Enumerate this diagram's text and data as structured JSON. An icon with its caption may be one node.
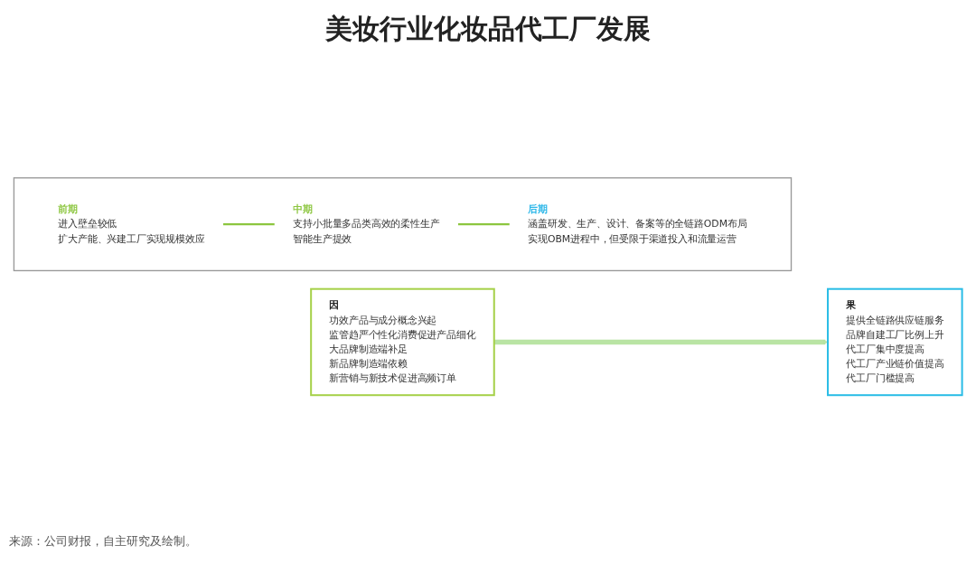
{
  "diagram": {
    "title": "美妆行业化妆品代工厂发展",
    "nodes": [
      {
        "text": [],
        "shape": "box"
      },
      {
        "text": [
          "前期",
          "进入壁垒较低",
          "扩大产能、兴建工厂实现规模效应"
        ],
        "in": 0
      },
      {
        "text": [
          "中期",
          "支持小批量多品类高效的柔性生产",
          "智能生产提效"
        ],
        "in": 0
      },
      {
        "text": [
          "后期",
          "涵盖研发、生产、设计、备案等的全链路ODM布局",
          "实现OBM进程中，但受限于渠道投入和流量运营"
        ],
        "in": 0
      },
      {
        "text": [
          "因",
          "功效产品与成分概念兴起",
          "监管趋严个性化消费促进产品细化",
          "大品牌制造端补足",
          "新品牌制造端依赖",
          "新营销与新技术促进高频订单"
        ]
      },
      {
        "text": [
          "果",
          "提供全链路供应链服务",
          "品牌自建工厂比例上升",
          "代工厂集中度提高",
          "代工厂产业链价值提高",
          "代工厂门槛提高"
        ]
      }
    ],
    "edges": [
      {
        "from": 1,
        "to": 2,
        "arrow": "none",
        "color": "#8cc63f"
      },
      {
        "from": 2,
        "to": 3,
        "arrow": "none",
        "color": "#8cc63f"
      },
      {
        "from": 4,
        "to": 5,
        "arrow": "to",
        "style": "thick",
        "color": "#b9e4a4"
      }
    ],
    "caption": "来源：公司财报，自主研究及绘制。"
  }
}
